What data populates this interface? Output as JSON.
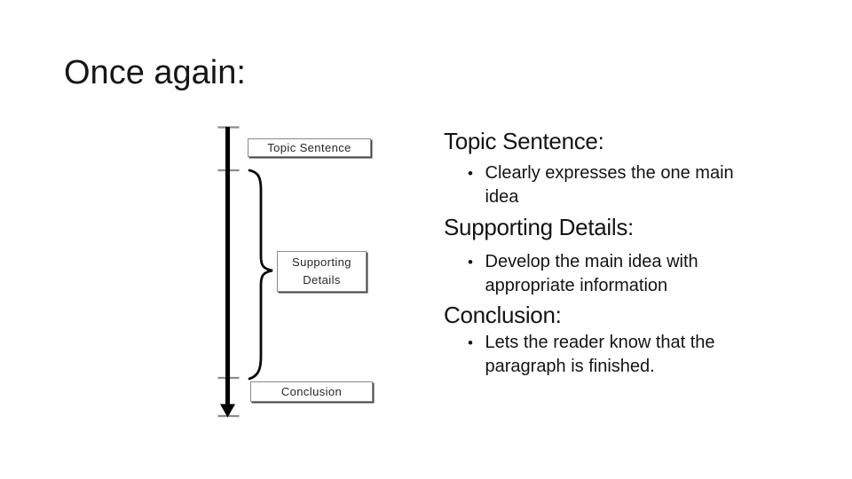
{
  "slide": {
    "title": "Once again:",
    "diagram": {
      "boxes": [
        {
          "label": "Topic Sentence"
        },
        {
          "lines": [
            "Supporting",
            "Details"
          ]
        },
        {
          "label": "Conclusion"
        }
      ]
    },
    "bullet_glyph": "•",
    "sections": [
      {
        "heading": "Topic Sentence:",
        "bullet_lines": [
          "Clearly expresses the one main",
          "idea"
        ]
      },
      {
        "heading": "Supporting Details:",
        "bullet_lines": [
          "Develop the main idea with",
          "appropriate information"
        ]
      },
      {
        "heading": "Conclusion:",
        "bullet_lines": [
          "Lets the reader know that the",
          "paragraph is finished."
        ]
      }
    ],
    "colors": {
      "text": "#141414",
      "timeline_line": "#000000",
      "tick": "#8c8c8c",
      "box_border": "#8a8a8a",
      "box_shadow": "#474747"
    }
  }
}
